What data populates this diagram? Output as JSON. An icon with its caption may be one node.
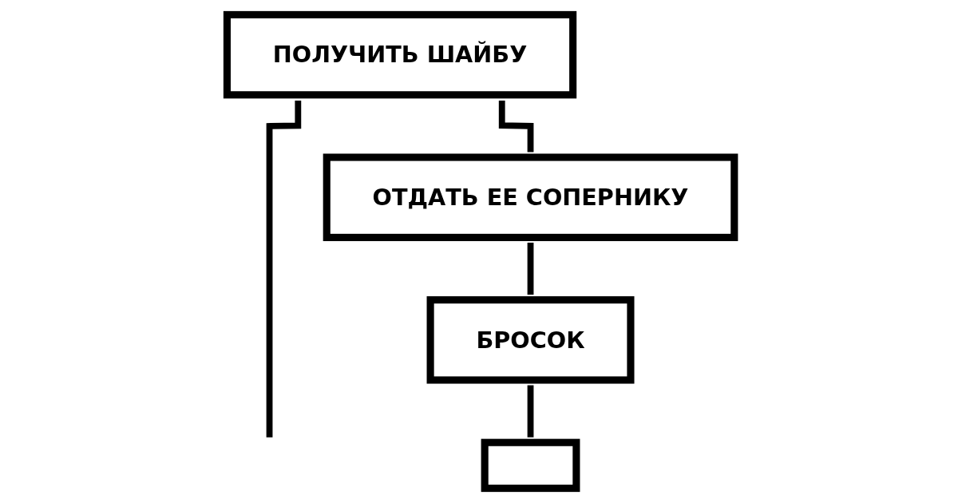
{
  "diagram": {
    "nodes": [
      {
        "text": [
          "ПОЛУЧИТЬ ШАЙБУ"
        ]
      },
      {
        "text": [
          "ОТДАТЬ ЕЕ СОПЕРНИКУ"
        ]
      },
      {
        "text": [
          "БРОСОК"
        ]
      },
      {
        "text": [],
        "shape": "box"
      }
    ],
    "edges": [
      {
        "from": 0,
        "to": null,
        "arrow": "none"
      },
      {
        "from": 0,
        "to": 1,
        "arrow": "none"
      },
      {
        "from": 1,
        "to": 2,
        "arrow": "none"
      },
      {
        "from": 2,
        "to": 3,
        "arrow": "none"
      }
    ]
  }
}
